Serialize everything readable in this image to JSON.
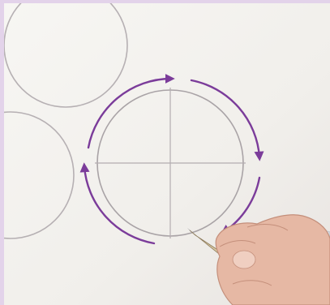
{
  "figure": {
    "frame_color": "#e3d3ea",
    "paper_color": "#f4f2ef",
    "pencil_line_color": "#a9a3a6",
    "arrow_color": "#7b3c9a",
    "skin_color": "#e6b8a4",
    "shirt_color": "#d9dde4",
    "icons": [
      "circle-sketch",
      "direction-arrow",
      "drawing-hand",
      "pencil"
    ]
  }
}
